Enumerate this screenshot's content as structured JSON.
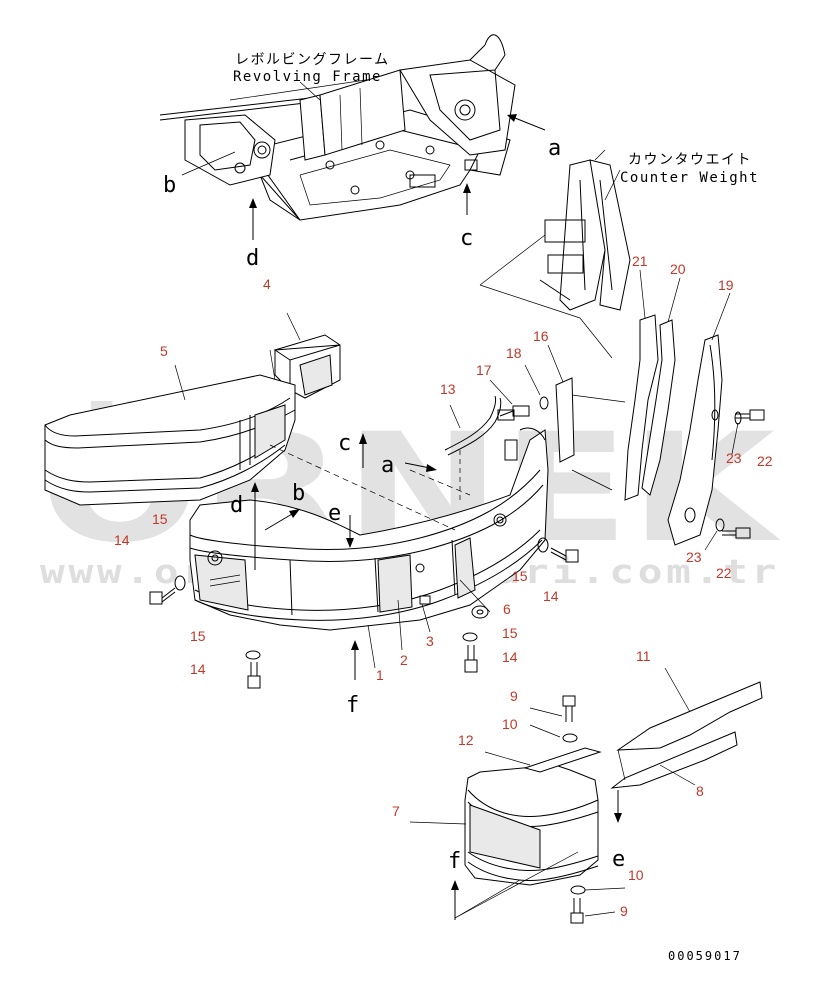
{
  "labels": {
    "revolving_frame_jp": "レボルビングフレーム",
    "revolving_frame_en": "Revolving Frame",
    "counter_weight_jp": "カウンタウエイト",
    "counter_weight_en": "Counter Weight",
    "drawing_code": "00059017"
  },
  "view_refs": {
    "top_a": "a",
    "top_b": "b",
    "top_c": "c",
    "top_d": "d",
    "mid_a": "a",
    "mid_b": "b",
    "mid_c": "c",
    "mid_d": "d",
    "mid_e": "e",
    "mid_f": "f",
    "low_e": "e",
    "low_f": "f"
  },
  "part_numbers": {
    "p1": "1",
    "p2": "2",
    "p3": "3",
    "p4": "4",
    "p5": "5",
    "p6": "6",
    "p7": "7",
    "p8": "8",
    "p9a": "9",
    "p9b": "9",
    "p10a": "10",
    "p10b": "10",
    "p11": "11",
    "p12": "12",
    "p13": "13",
    "p14a": "14",
    "p14b": "14",
    "p14c": "14",
    "p14d": "14",
    "p15a": "15",
    "p15b": "15",
    "p15c": "15",
    "p15d": "15",
    "p16": "16",
    "p17": "17",
    "p18": "18",
    "p19": "19",
    "p20": "20",
    "p21": "21",
    "p22a": "22",
    "p22b": "22",
    "p23a": "23",
    "p23b": "23"
  },
  "watermark": {
    "logo": "ÖRNEK",
    "url": "www.ornekmakinalari.com.tr"
  }
}
